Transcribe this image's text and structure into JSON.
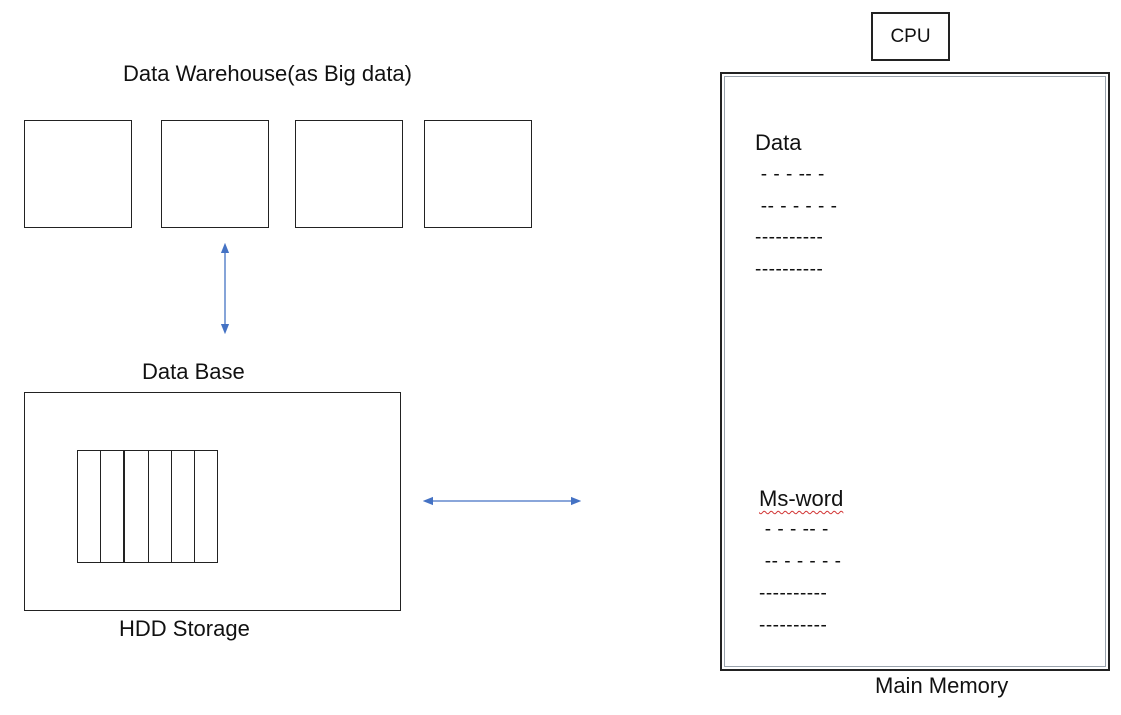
{
  "diagram": {
    "warehouse": {
      "title": "Data Warehouse(as Big data)",
      "node_count": 4
    },
    "database": {
      "title": "Data Base",
      "storage_label": "HDD Storage",
      "slot_count": 6
    },
    "cpu": {
      "label": "CPU"
    },
    "main_memory": {
      "label": "Main Memory",
      "data_title": "Data",
      "data_lines": [
        " - - - -- -",
        " -- - - - - -",
        "----------",
        "----------"
      ],
      "program_title": "Ms-word",
      "program_lines": [
        " - - - -- -",
        " -- - - - - -",
        "----------",
        "----------"
      ]
    },
    "colors": {
      "arrow": "#4472c4",
      "stroke": "#222222"
    }
  }
}
